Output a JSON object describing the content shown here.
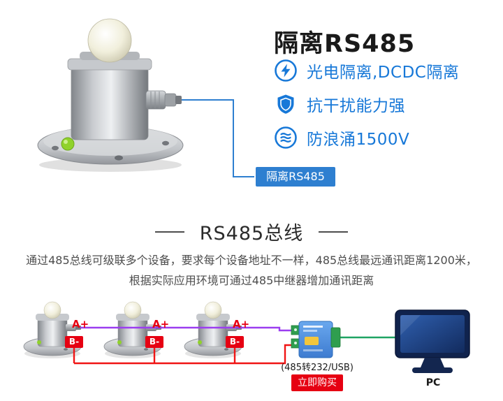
{
  "header": {
    "title": "隔离RS485",
    "features": [
      {
        "icon": "lightning-icon",
        "label": "光电隔离,DCDC隔离"
      },
      {
        "icon": "shield-icon",
        "label": "抗干扰能力强"
      },
      {
        "icon": "surge-wave-icon",
        "label": "防浪涌1500V"
      }
    ],
    "callout_label": "隔离RS485"
  },
  "bus": {
    "title": "RS485总线",
    "desc_line1": "通过485总线可级联多个设备，要求每个设备地址不一样，485总线最远通讯距离1200米，",
    "desc_line2": "根据实际应用环境可通过485中继器增加通讯距离"
  },
  "diagram": {
    "sensors": [
      {
        "a": "A+",
        "b": "B-"
      },
      {
        "a": "A+",
        "b": "B-"
      },
      {
        "a": "A+",
        "b": "B-"
      }
    ],
    "converter_caption": "(485转232/USB)",
    "buy_button_label": "立即购买",
    "pc_label": "PC"
  },
  "colors": {
    "feature_blue": "#1778d8",
    "callout_bg": "#2e7fd0",
    "red": "#e60012",
    "wire_purple": "#9b3df0",
    "wire_red": "#f01414",
    "wire_green": "#1fa463",
    "monitor_navy": "#16366e"
  }
}
